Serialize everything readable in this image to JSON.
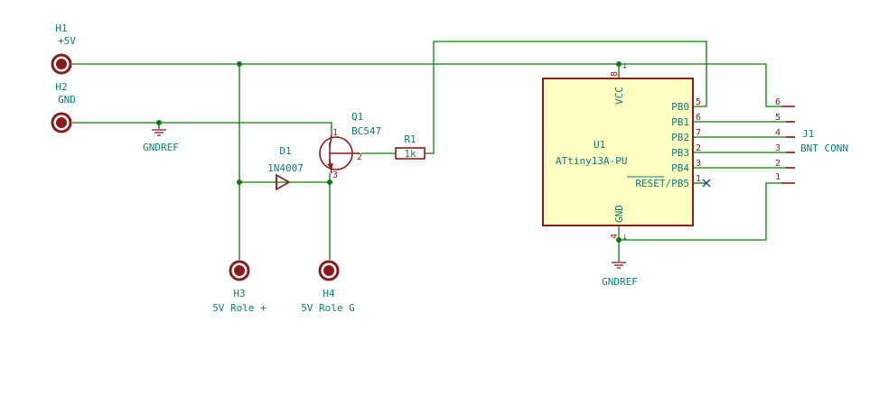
{
  "components": {
    "h1": {
      "ref": "H1",
      "value": "+5V"
    },
    "h2": {
      "ref": "H2",
      "value": "GND"
    },
    "h3": {
      "ref": "H3",
      "value": "5V Role +"
    },
    "h4": {
      "ref": "H4",
      "value": "5V Role G"
    },
    "d1": {
      "ref": "D1",
      "value": "1N4007"
    },
    "q1": {
      "ref": "Q1",
      "value": "BC547",
      "pin_c": "1",
      "pin_b": "2",
      "pin_e": "3"
    },
    "r1": {
      "ref": "R1",
      "value": "1k"
    },
    "u1": {
      "ref": "U1",
      "value": "ATtiny13A-PU",
      "vcc_label": "VCC",
      "gnd_label": "GND",
      "vcc_pin": "8",
      "gnd_pin": "4",
      "pins": [
        {
          "name": "PB0",
          "num": "5"
        },
        {
          "name": "PB1",
          "num": "6"
        },
        {
          "name": "PB2",
          "num": "7"
        },
        {
          "name": "PB3",
          "num": "2"
        },
        {
          "name": "PB4",
          "num": "3"
        },
        {
          "name": "RESET/PB5",
          "num": "1"
        }
      ]
    },
    "j1": {
      "ref": "J1",
      "value": "BNT CONN",
      "pins": [
        "6",
        "5",
        "4",
        "3",
        "2",
        "1"
      ]
    }
  },
  "power": {
    "gndref_left": "GNDREF",
    "gndref_bottom": "GNDREF"
  },
  "colors": {
    "wire": "#0d7a0d",
    "device": "#8b1a1a",
    "text": "#0a7c7c",
    "chip_fill": "#ffffc2",
    "chip_border": "#8b1a1a"
  }
}
